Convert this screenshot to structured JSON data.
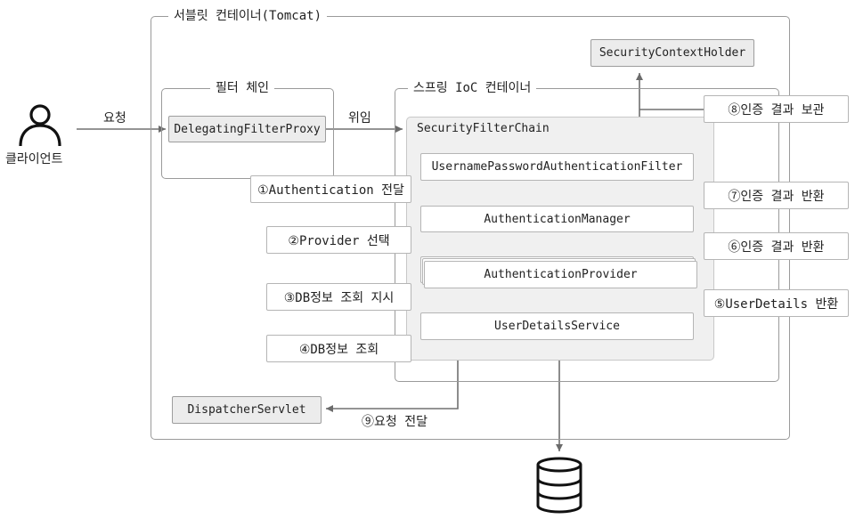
{
  "containers": {
    "servlet": "서블릿 컨테이너(Tomcat)",
    "filter_chain": "필터 체인",
    "spring_ioc": "스프링 IoC 컨테이너",
    "security_filter_chain": "SecurityFilterChain"
  },
  "client_label": "클라이언트",
  "request_label": "요청",
  "delegate_label": "위임",
  "components": {
    "delegating_filter_proxy": "DelegatingFilterProxy",
    "security_context_holder": "SecurityContextHolder",
    "username_password_filter": "UsernamePasswordAuthenticationFilter",
    "authentication_manager": "AuthenticationManager",
    "authentication_provider": "AuthenticationProvider",
    "user_details_service": "UserDetailsService",
    "dispatcher_servlet": "DispatcherServlet"
  },
  "steps": {
    "step1": "①Authentication 전달",
    "step2": "②Provider 선택",
    "step3": "③DB정보 조회 지시",
    "step4": "④DB정보 조회",
    "step5": "⑤UserDetails 반환",
    "step6": "⑥인증 결과 반환",
    "step7": "⑦인증 결과 반환",
    "step8": "⑧인증 결과 보관",
    "step9": "⑨요청 전달"
  }
}
